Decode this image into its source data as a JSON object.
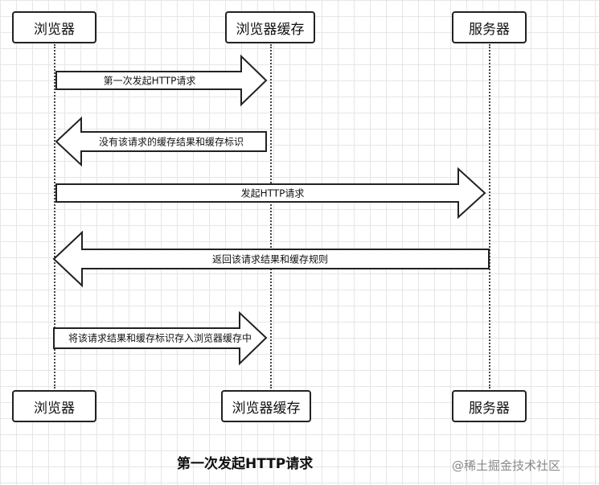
{
  "participants_top": {
    "browser": "浏览器",
    "cache": "浏览器缓存",
    "server": "服务器"
  },
  "participants_bottom": {
    "browser": "浏览器",
    "cache": "浏览器缓存",
    "server": "服务器"
  },
  "messages": [
    "第一次发起HTTP请求",
    "没有该请求的缓存结果和缓存标识",
    "发起HTTP请求",
    "返回该请求结果和缓存规则",
    "将该请求结果和缓存标识存入浏览器缓存中"
  ],
  "caption": "第一次发起HTTP请求",
  "watermark": "@稀土掘金技术社区"
}
